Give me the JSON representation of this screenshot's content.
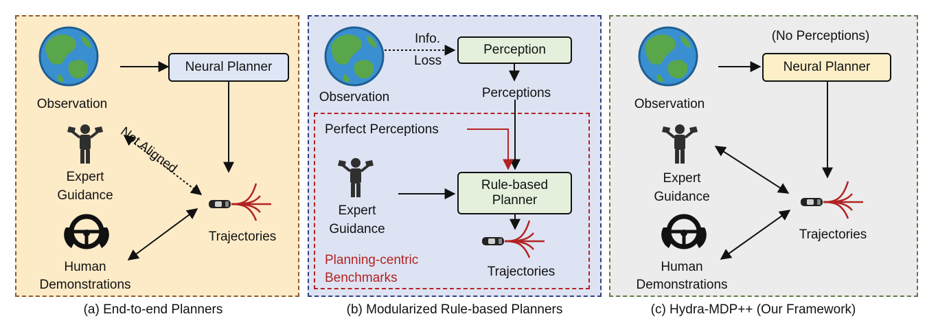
{
  "panel_a": {
    "observation": "Observation",
    "neural_planner": "Neural Planner",
    "expert_guidance_1": "Expert",
    "expert_guidance_2": "Guidance",
    "not_aligned": "Not Aligned",
    "human_1": "Human",
    "human_2": "Demonstrations",
    "trajectories": "Trajectories",
    "caption": "(a) End-to-end Planners"
  },
  "panel_b": {
    "observation": "Observation",
    "info": "Info.",
    "loss": "Loss",
    "perception": "Perception",
    "perceptions": "Perceptions",
    "perfect_perceptions": "Perfect Perceptions",
    "rule_based_1": "Rule-based",
    "rule_based_2": "Planner",
    "expert_guidance_1": "Expert",
    "expert_guidance_2": "Guidance",
    "planning_centric_1": "Planning-centric",
    "planning_centric_2": "Benchmarks",
    "trajectories": "Trajectories",
    "caption": "(b) Modularized Rule-based Planners"
  },
  "panel_c": {
    "no_perceptions": "(No Perceptions)",
    "observation": "Observation",
    "neural_planner": "Neural Planner",
    "expert_guidance_1": "Expert",
    "expert_guidance_2": "Guidance",
    "human_1": "Human",
    "human_2": "Demonstrations",
    "trajectories": "Trajectories",
    "caption": "(c) Hydra-MDP++ (Our Framework)"
  },
  "colors": {
    "panel_a_bg": "#fdebc8",
    "panel_b_bg": "#dee3f3",
    "panel_c_bg": "#ececec",
    "accent_red": "#b22222"
  },
  "icons": [
    "earth-globe-icon",
    "expert-person-icon",
    "steering-wheel-icon",
    "car-icon",
    "trajectory-fan-icon"
  ]
}
